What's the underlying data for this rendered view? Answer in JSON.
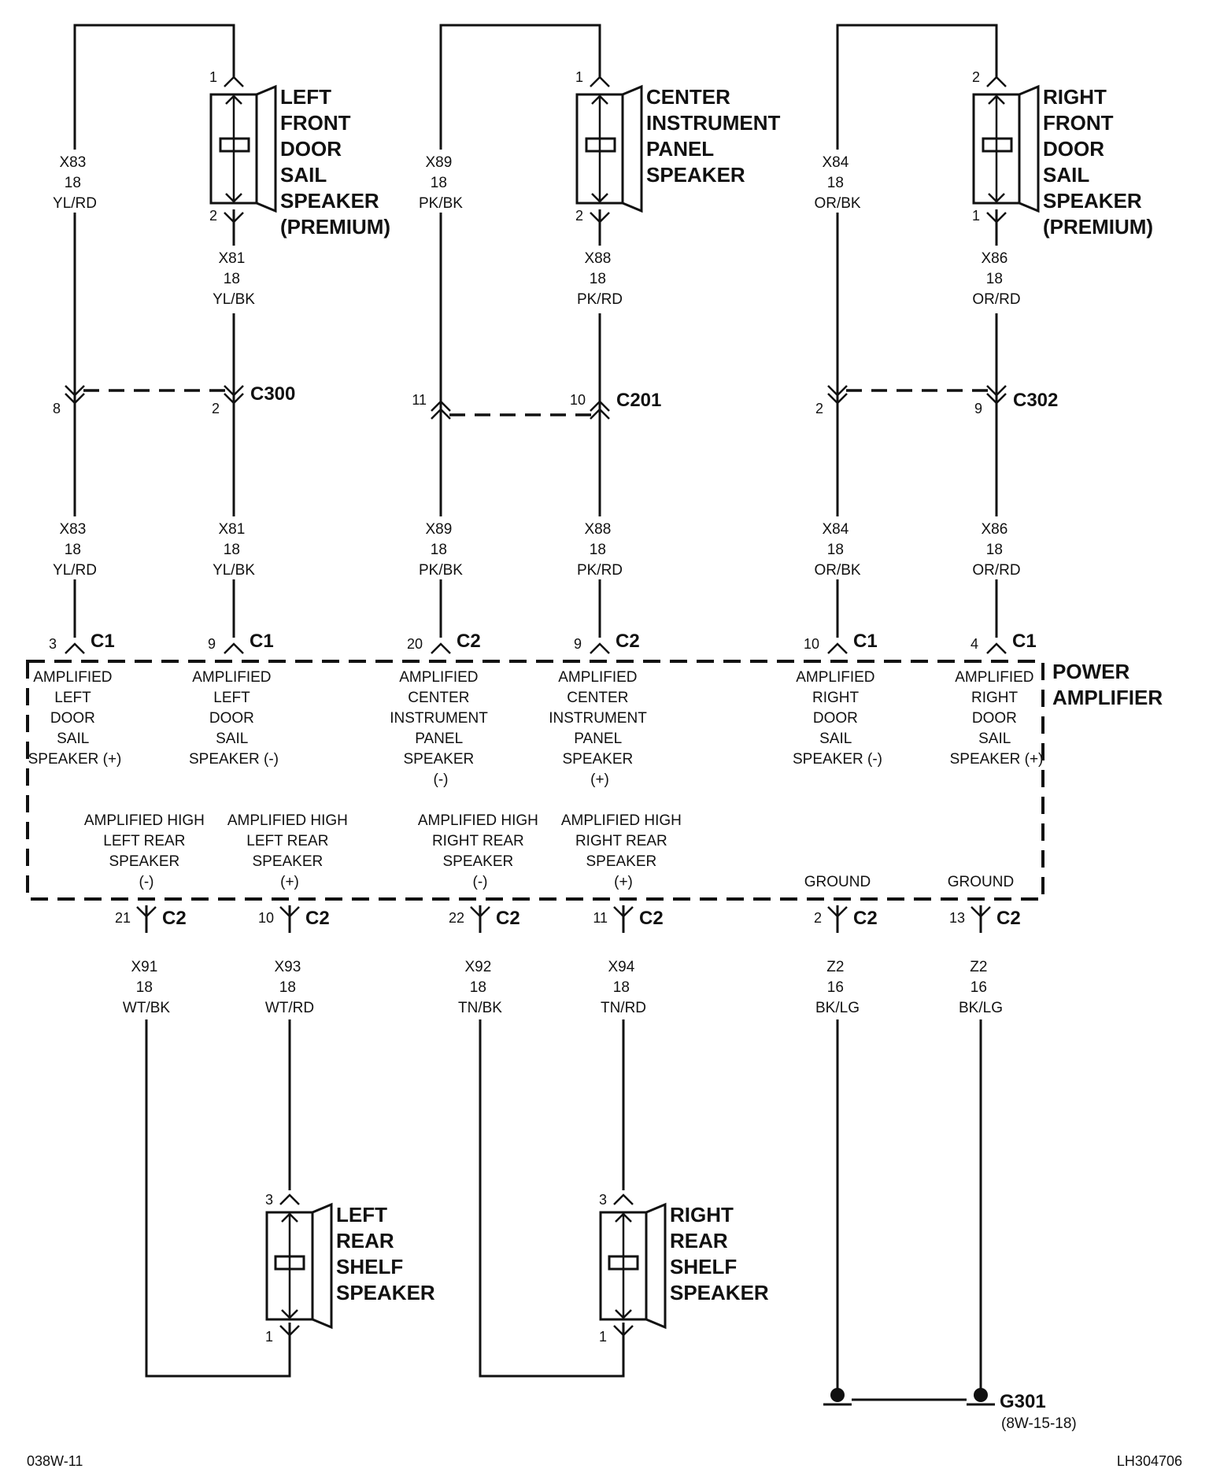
{
  "speakers": {
    "left_front_door_sail": [
      "LEFT",
      "FRONT",
      "DOOR",
      "SAIL",
      "SPEAKER",
      "(PREMIUM)"
    ],
    "center_instrument_panel": [
      "CENTER",
      "INSTRUMENT",
      "PANEL",
      "SPEAKER"
    ],
    "right_front_door_sail": [
      "RIGHT",
      "FRONT",
      "DOOR",
      "SAIL",
      "SPEAKER",
      "(PREMIUM)"
    ],
    "left_rear_shelf": [
      "LEFT",
      "REAR",
      "SHELF",
      "SPEAKER"
    ],
    "right_rear_shelf": [
      "RIGHT",
      "REAR",
      "SHELF",
      "SPEAKER"
    ]
  },
  "speaker_pins": {
    "lf_top": "1",
    "lf_bottom": "2",
    "c_top": "1",
    "c_bottom": "2",
    "rf_top": "2",
    "rf_bottom": "1",
    "lr_top": "3",
    "lr_bottom": "1",
    "rr_top": "3",
    "rr_bottom": "1"
  },
  "wires": {
    "x83_upper": [
      "X83",
      "18",
      "YL/RD"
    ],
    "x81_upper": [
      "X81",
      "18",
      "YL/BK"
    ],
    "x89_upper": [
      "X89",
      "18",
      "PK/BK"
    ],
    "x88_upper": [
      "X88",
      "18",
      "PK/RD"
    ],
    "x84_upper": [
      "X84",
      "18",
      "OR/BK"
    ],
    "x86_upper": [
      "X86",
      "18",
      "OR/RD"
    ],
    "x83_lower": [
      "X83",
      "18",
      "YL/RD"
    ],
    "x81_lower": [
      "X81",
      "18",
      "YL/BK"
    ],
    "x89_lower": [
      "X89",
      "18",
      "PK/BK"
    ],
    "x88_lower": [
      "X88",
      "18",
      "PK/RD"
    ],
    "x84_lower": [
      "X84",
      "18",
      "OR/BK"
    ],
    "x86_lower": [
      "X86",
      "18",
      "OR/RD"
    ],
    "x91": [
      "X91",
      "18",
      "WT/BK"
    ],
    "x93": [
      "X93",
      "18",
      "WT/RD"
    ],
    "x92": [
      "X92",
      "18",
      "TN/BK"
    ],
    "x94": [
      "X94",
      "18",
      "TN/RD"
    ],
    "z2_a": [
      "Z2",
      "16",
      "BK/LG"
    ],
    "z2_b": [
      "Z2",
      "16",
      "BK/LG"
    ]
  },
  "inline_connectors": {
    "c300": {
      "name": "C300",
      "pin_a": "8",
      "pin_b": "2"
    },
    "c201": {
      "name": "C201",
      "pin_a": "11",
      "pin_b": "10"
    },
    "c302": {
      "name": "C302",
      "pin_a": "2",
      "pin_b": "9"
    }
  },
  "amp_top_pins": [
    {
      "pin": "3",
      "conn": "C1"
    },
    {
      "pin": "9",
      "conn": "C1"
    },
    {
      "pin": "20",
      "conn": "C2"
    },
    {
      "pin": "9",
      "conn": "C2"
    },
    {
      "pin": "10",
      "conn": "C1"
    },
    {
      "pin": "4",
      "conn": "C1"
    }
  ],
  "amp_bottom_pins": [
    {
      "pin": "21",
      "conn": "C2"
    },
    {
      "pin": "10",
      "conn": "C2"
    },
    {
      "pin": "22",
      "conn": "C2"
    },
    {
      "pin": "11",
      "conn": "C2"
    },
    {
      "pin": "2",
      "conn": "C2"
    },
    {
      "pin": "13",
      "conn": "C2"
    }
  ],
  "amplifier": {
    "title": [
      "POWER",
      "AMPLIFIER"
    ],
    "top_functions": [
      [
        "AMPLIFIED",
        "LEFT",
        "DOOR",
        "SAIL",
        "SPEAKER (+)"
      ],
      [
        "AMPLIFIED",
        "LEFT",
        "DOOR",
        "SAIL",
        "SPEAKER (-)"
      ],
      [
        "AMPLIFIED",
        "CENTER",
        "INSTRUMENT",
        "PANEL",
        "SPEAKER",
        "(-)"
      ],
      [
        "AMPLIFIED",
        "CENTER",
        "INSTRUMENT",
        "PANEL",
        "SPEAKER",
        "(+)"
      ],
      [
        "AMPLIFIED",
        "RIGHT",
        "DOOR",
        "SAIL",
        "SPEAKER (-)"
      ],
      [
        "AMPLIFIED",
        "RIGHT",
        "DOOR",
        "SAIL",
        "SPEAKER (+)"
      ]
    ],
    "bottom_functions": [
      [
        "AMPLIFIED HIGH",
        "LEFT REAR",
        "SPEAKER",
        "(-)"
      ],
      [
        "AMPLIFIED HIGH",
        "LEFT REAR",
        "SPEAKER",
        "(+)"
      ],
      [
        "AMPLIFIED HIGH",
        "RIGHT REAR",
        "SPEAKER",
        "(-)"
      ],
      [
        "AMPLIFIED HIGH",
        "RIGHT REAR",
        "SPEAKER",
        "(+)"
      ],
      [
        "GROUND"
      ],
      [
        "GROUND"
      ]
    ]
  },
  "ground": {
    "name": "G301",
    "ref": "(8W-15-18)"
  },
  "footer": {
    "left": "038W-11",
    "right": "LH304706"
  }
}
